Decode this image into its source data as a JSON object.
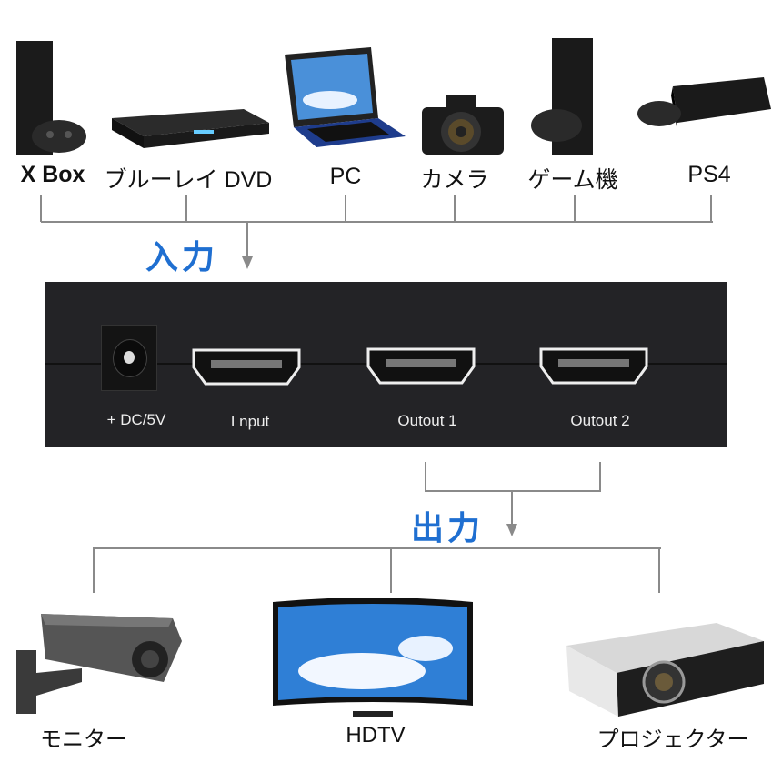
{
  "inputs_label": "入力",
  "outputs_label": "出力",
  "source_devices": [
    {
      "label": "X Box",
      "icon": "xbox-console-icon"
    },
    {
      "label": "ブルーレイ DVD",
      "icon": "bluray-player-icon"
    },
    {
      "label": "PC",
      "icon": "laptop-icon"
    },
    {
      "label": "カメラ",
      "icon": "camera-icon"
    },
    {
      "label": "ゲーム機",
      "icon": "ps2-console-icon"
    },
    {
      "label": "PS4",
      "icon": "ps4-console-icon"
    }
  ],
  "splitter": {
    "ports": [
      {
        "label": "+ DC/5V"
      },
      {
        "label": "I nput"
      },
      {
        "label": "Outout 1"
      },
      {
        "label": "Outout 2"
      }
    ]
  },
  "output_devices": [
    {
      "label": "モニター",
      "icon": "security-camera-icon"
    },
    {
      "label": "HDTV",
      "icon": "tv-icon"
    },
    {
      "label": "プロジェクター",
      "icon": "projector-icon"
    }
  ],
  "colors": {
    "accent": "#1f6fd1",
    "panel": "#232326",
    "line": "#8a8a8a"
  }
}
